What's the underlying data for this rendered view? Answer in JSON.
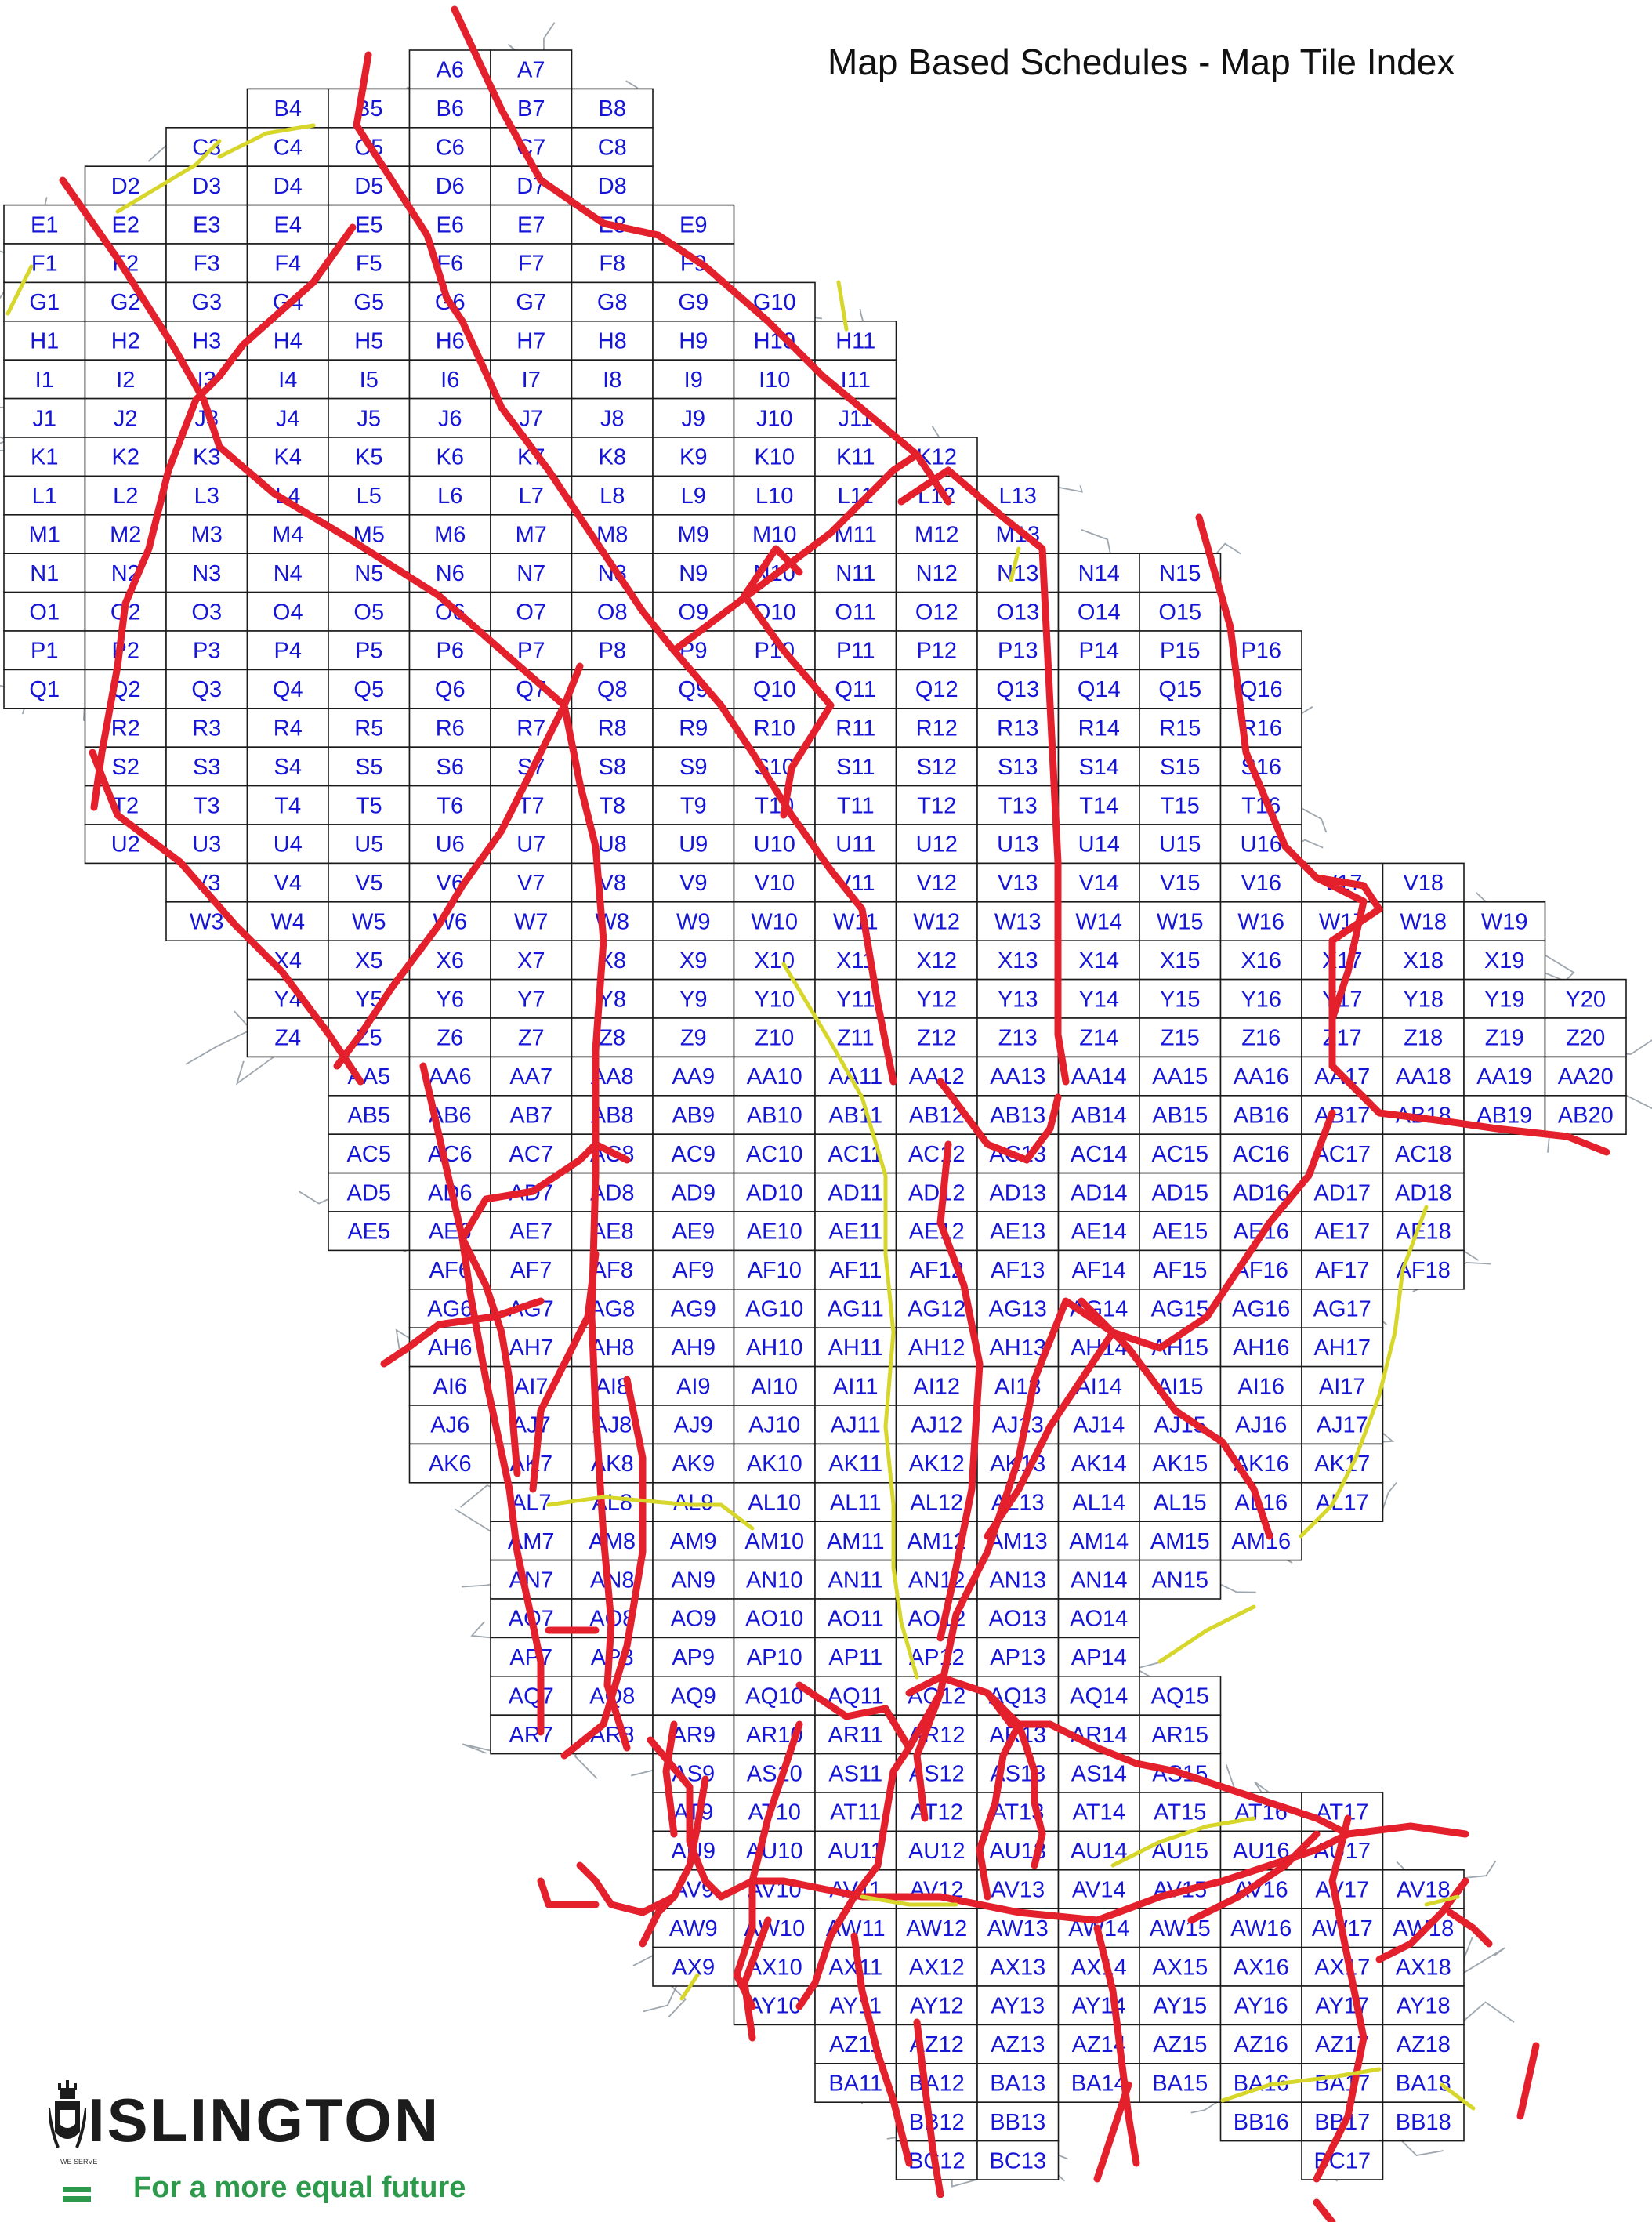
{
  "title": "Map Based Schedules - Map Tile Index",
  "logo": {
    "wordmark": "ISLINGTON",
    "tagline": "For a more equal future",
    "motto": "WE SERVE"
  },
  "colors": {
    "tile_label": "#1515d8",
    "main_road": "#e3202b",
    "boundary": "#d7d62a",
    "street": "#8d96a0",
    "brand_green": "#2c9a4a"
  },
  "tile_rows": [
    {
      "row": "A",
      "cols": [
        6,
        7
      ]
    },
    {
      "row": "B",
      "cols": [
        4,
        5,
        6,
        7,
        8
      ]
    },
    {
      "row": "C",
      "cols": [
        3,
        4,
        5,
        6,
        7,
        8
      ]
    },
    {
      "row": "D",
      "cols": [
        2,
        3,
        4,
        5,
        6,
        7,
        8
      ]
    },
    {
      "row": "E",
      "cols": [
        1,
        2,
        3,
        4,
        5,
        6,
        7,
        8,
        9
      ]
    },
    {
      "row": "F",
      "cols": [
        1,
        2,
        3,
        4,
        5,
        6,
        7,
        8,
        9
      ]
    },
    {
      "row": "G",
      "cols": [
        1,
        2,
        3,
        4,
        5,
        6,
        7,
        8,
        9,
        10
      ]
    },
    {
      "row": "H",
      "cols": [
        1,
        2,
        3,
        4,
        5,
        6,
        7,
        8,
        9,
        10,
        11
      ]
    },
    {
      "row": "I",
      "cols": [
        1,
        2,
        3,
        4,
        5,
        6,
        7,
        8,
        9,
        10,
        11
      ]
    },
    {
      "row": "J",
      "cols": [
        1,
        2,
        3,
        4,
        5,
        6,
        7,
        8,
        9,
        10,
        11
      ]
    },
    {
      "row": "K",
      "cols": [
        1,
        2,
        3,
        4,
        5,
        6,
        7,
        8,
        9,
        10,
        11,
        12
      ]
    },
    {
      "row": "L",
      "cols": [
        1,
        2,
        3,
        4,
        5,
        6,
        7,
        8,
        9,
        10,
        11,
        12,
        13
      ]
    },
    {
      "row": "M",
      "cols": [
        1,
        2,
        3,
        4,
        5,
        6,
        7,
        8,
        9,
        10,
        11,
        12,
        13
      ]
    },
    {
      "row": "N",
      "cols": [
        1,
        2,
        3,
        4,
        5,
        6,
        7,
        8,
        9,
        10,
        11,
        12,
        13,
        14,
        15
      ]
    },
    {
      "row": "O",
      "cols": [
        1,
        2,
        3,
        4,
        5,
        6,
        7,
        8,
        9,
        10,
        11,
        12,
        13,
        14,
        15
      ]
    },
    {
      "row": "P",
      "cols": [
        1,
        2,
        3,
        4,
        5,
        6,
        7,
        8,
        9,
        10,
        11,
        12,
        13,
        14,
        15,
        16
      ]
    },
    {
      "row": "Q",
      "cols": [
        1,
        2,
        3,
        4,
        5,
        6,
        7,
        8,
        9,
        10,
        11,
        12,
        13,
        14,
        15,
        16
      ]
    },
    {
      "row": "R",
      "cols": [
        2,
        3,
        4,
        5,
        6,
        7,
        8,
        9,
        10,
        11,
        12,
        13,
        14,
        15,
        16
      ]
    },
    {
      "row": "S",
      "cols": [
        2,
        3,
        4,
        5,
        6,
        7,
        8,
        9,
        10,
        11,
        12,
        13,
        14,
        15,
        16
      ]
    },
    {
      "row": "T",
      "cols": [
        2,
        3,
        4,
        5,
        6,
        7,
        8,
        9,
        10,
        11,
        12,
        13,
        14,
        15,
        16
      ]
    },
    {
      "row": "U",
      "cols": [
        2,
        3,
        4,
        5,
        6,
        7,
        8,
        9,
        10,
        11,
        12,
        13,
        14,
        15,
        16
      ]
    },
    {
      "row": "V",
      "cols": [
        3,
        4,
        5,
        6,
        7,
        8,
        9,
        10,
        11,
        12,
        13,
        14,
        15,
        16,
        17,
        18
      ]
    },
    {
      "row": "W",
      "cols": [
        3,
        4,
        5,
        6,
        7,
        8,
        9,
        10,
        11,
        12,
        13,
        14,
        15,
        16,
        17,
        18,
        19
      ]
    },
    {
      "row": "X",
      "cols": [
        4,
        5,
        6,
        7,
        8,
        9,
        10,
        11,
        12,
        13,
        14,
        15,
        16,
        17,
        18,
        19
      ]
    },
    {
      "row": "Y",
      "cols": [
        4,
        5,
        6,
        7,
        8,
        9,
        10,
        11,
        12,
        13,
        14,
        15,
        16,
        17,
        18,
        19,
        20
      ]
    },
    {
      "row": "Z",
      "cols": [
        4,
        5,
        6,
        7,
        8,
        9,
        10,
        11,
        12,
        13,
        14,
        15,
        16,
        17,
        18,
        19,
        20
      ]
    },
    {
      "row": "AA",
      "cols": [
        5,
        6,
        7,
        8,
        9,
        10,
        11,
        12,
        13,
        14,
        15,
        16,
        17,
        18,
        19,
        20
      ]
    },
    {
      "row": "AB",
      "cols": [
        5,
        6,
        7,
        8,
        9,
        10,
        11,
        12,
        13,
        14,
        15,
        16,
        17,
        18,
        19,
        20
      ]
    },
    {
      "row": "AC",
      "cols": [
        5,
        6,
        7,
        8,
        9,
        10,
        11,
        12,
        13,
        14,
        15,
        16,
        17,
        18
      ]
    },
    {
      "row": "AD",
      "cols": [
        5,
        6,
        7,
        8,
        9,
        10,
        11,
        12,
        13,
        14,
        15,
        16,
        17,
        18
      ]
    },
    {
      "row": "AE",
      "cols": [
        5,
        6,
        7,
        8,
        9,
        10,
        11,
        12,
        13,
        14,
        15,
        16,
        17,
        18
      ]
    },
    {
      "row": "AF",
      "cols": [
        6,
        7,
        8,
        9,
        10,
        11,
        12,
        13,
        14,
        15,
        16,
        17,
        18
      ]
    },
    {
      "row": "AG",
      "cols": [
        6,
        7,
        8,
        9,
        10,
        11,
        12,
        13,
        14,
        15,
        16,
        17
      ]
    },
    {
      "row": "AH",
      "cols": [
        6,
        7,
        8,
        9,
        10,
        11,
        12,
        13,
        14,
        15,
        16,
        17
      ]
    },
    {
      "row": "AI",
      "cols": [
        6,
        7,
        8,
        9,
        10,
        11,
        12,
        13,
        14,
        15,
        16,
        17
      ]
    },
    {
      "row": "AJ",
      "cols": [
        6,
        7,
        8,
        9,
        10,
        11,
        12,
        13,
        14,
        15,
        16,
        17
      ]
    },
    {
      "row": "AK",
      "cols": [
        6,
        7,
        8,
        9,
        10,
        11,
        12,
        13,
        14,
        15,
        16,
        17
      ]
    },
    {
      "row": "AL",
      "cols": [
        7,
        8,
        9,
        10,
        11,
        12,
        13,
        14,
        15,
        16,
        17
      ]
    },
    {
      "row": "AM",
      "cols": [
        7,
        8,
        9,
        10,
        11,
        12,
        13,
        14,
        15,
        16
      ]
    },
    {
      "row": "AN",
      "cols": [
        7,
        8,
        9,
        10,
        11,
        12,
        13,
        14,
        15
      ]
    },
    {
      "row": "AO",
      "cols": [
        7,
        8,
        9,
        10,
        11,
        12,
        13,
        14
      ]
    },
    {
      "row": "AP",
      "cols": [
        7,
        8,
        9,
        10,
        11,
        12,
        13,
        14
      ]
    },
    {
      "row": "AQ",
      "cols": [
        7,
        8,
        9,
        10,
        11,
        12,
        13,
        14,
        15
      ]
    },
    {
      "row": "AR",
      "cols": [
        7,
        8,
        9,
        10,
        11,
        12,
        13,
        14,
        15
      ]
    },
    {
      "row": "AS",
      "cols": [
        9,
        10,
        11,
        12,
        13,
        14,
        15
      ]
    },
    {
      "row": "AT",
      "cols": [
        9,
        10,
        11,
        12,
        13,
        14,
        15,
        16,
        17
      ]
    },
    {
      "row": "AU",
      "cols": [
        9,
        10,
        11,
        12,
        13,
        14,
        15,
        16,
        17
      ]
    },
    {
      "row": "AV",
      "cols": [
        9,
        10,
        11,
        12,
        13,
        14,
        15,
        16,
        17,
        18
      ]
    },
    {
      "row": "AW",
      "cols": [
        9,
        10,
        11,
        12,
        13,
        14,
        15,
        16,
        17,
        18
      ]
    },
    {
      "row": "AX",
      "cols": [
        9,
        10,
        11,
        12,
        13,
        14,
        15,
        16,
        17,
        18
      ]
    },
    {
      "row": "AY",
      "cols": [
        10,
        11,
        12,
        13,
        14,
        15,
        16,
        17,
        18
      ]
    },
    {
      "row": "AZ",
      "cols": [
        11,
        12,
        13,
        14,
        15,
        16,
        17,
        18
      ]
    },
    {
      "row": "BA",
      "cols": [
        11,
        12,
        13,
        14,
        15,
        16,
        17,
        18
      ]
    },
    {
      "row": "BB",
      "cols": [
        12,
        13,
        16,
        17,
        18
      ]
    },
    {
      "row": "BC",
      "cols": [
        12,
        13,
        17
      ]
    }
  ]
}
